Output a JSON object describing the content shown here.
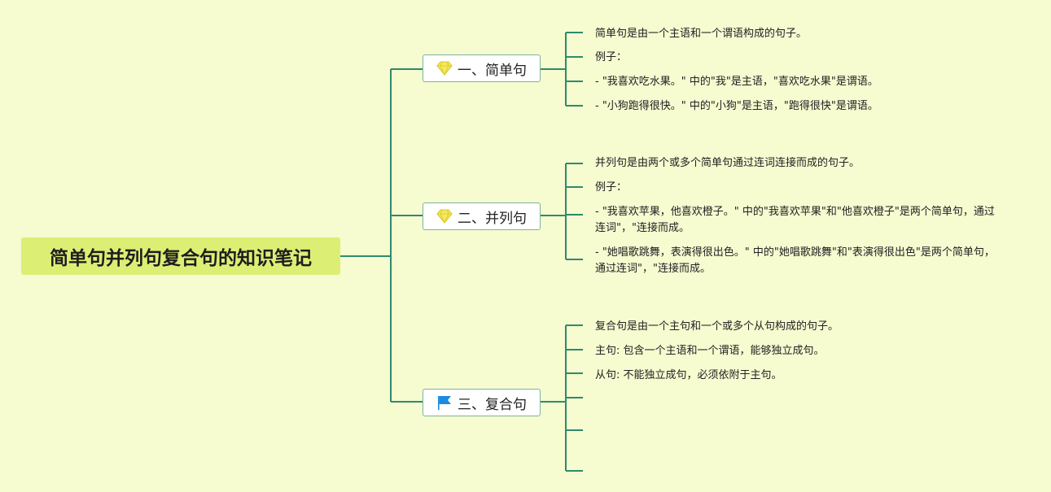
{
  "root": {
    "title": "简单句并列句复合句的知识笔记"
  },
  "branches": [
    {
      "label": "一、简单句",
      "icon": "diamond-icon",
      "icon_color": "#f5e85a",
      "leaves": [
        "简单句是由一个主语和一个谓语构成的句子。",
        "例子：",
        "- \"我喜欢吃水果。\" 中的\"我\"是主语，\"喜欢吃水果\"是谓语。",
        "- \"小狗跑得很快。\" 中的\"小狗\"是主语，\"跑得很快\"是谓语。"
      ]
    },
    {
      "label": "二、并列句",
      "icon": "diamond-icon",
      "icon_color": "#f5e85a",
      "leaves": [
        "并列句是由两个或多个简单句通过连词连接而成的句子。",
        "例子：",
        "- \"我喜欢苹果，他喜欢橙子。\" 中的\"我喜欢苹果\"和\"他喜欢橙子\"是两个简单句，通过连词\"，\"连接而成。",
        "- \"她唱歌跳舞，表演得很出色。\" 中的\"她唱歌跳舞\"和\"表演得很出色\"是两个简单句，通过连词\"，\"连接而成。"
      ]
    },
    {
      "label": "三、复合句",
      "icon": "flag-icon",
      "icon_color": "#1d8be0",
      "leaves": [
        "复合句是由一个主句和一个或多个从句构成的句子。",
        "主句: 包含一个主语和一个谓语，能够独立成句。",
        "从句: 不能独立成句，必须依附于主句。",
        "",
        "",
        ""
      ]
    }
  ],
  "colors": {
    "connector": "#2e8a6e",
    "background": "#f6fbd0",
    "root_fill": "#dcef74"
  }
}
